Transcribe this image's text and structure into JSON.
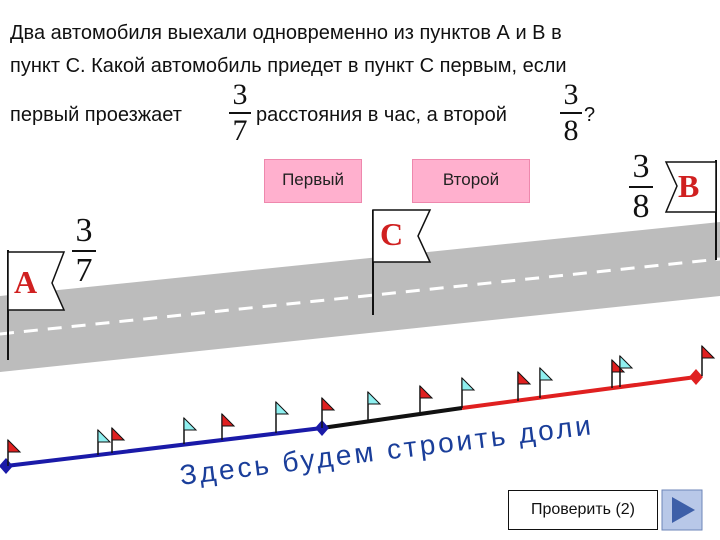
{
  "question": {
    "line1": "Два автомобиля выехали одновременно из пунктов А и В в",
    "line2": "пункт С. Какой автомобиль приедет в пункт С первым, если",
    "line3_start": "первый проезжает",
    "line3_mid": "расстояния в час, а второй",
    "line3_end": "?",
    "frac1": {
      "num": "3",
      "den": "7"
    },
    "frac2": {
      "num": "3",
      "den": "8"
    }
  },
  "buttons": {
    "first": "Первый",
    "second": "Второй",
    "check": "Проверить (2)"
  },
  "points": {
    "a": {
      "label": "A",
      "frac": {
        "num": "3",
        "den": "7"
      }
    },
    "b": {
      "label": "B",
      "frac": {
        "num": "3",
        "den": "8"
      }
    },
    "c": {
      "label": "C"
    }
  },
  "hint": "Здесь будем строить доли",
  "colors": {
    "road": "#bcbcbc",
    "segment_blue": "#1a1aa8",
    "segment_black": "#111111",
    "segment_red": "#e02020",
    "flag_red": "#e02020",
    "flag_cyan": "#8ff0f0",
    "button_pink": "#ffb0ce",
    "hint_blue": "#1a3e9a"
  }
}
